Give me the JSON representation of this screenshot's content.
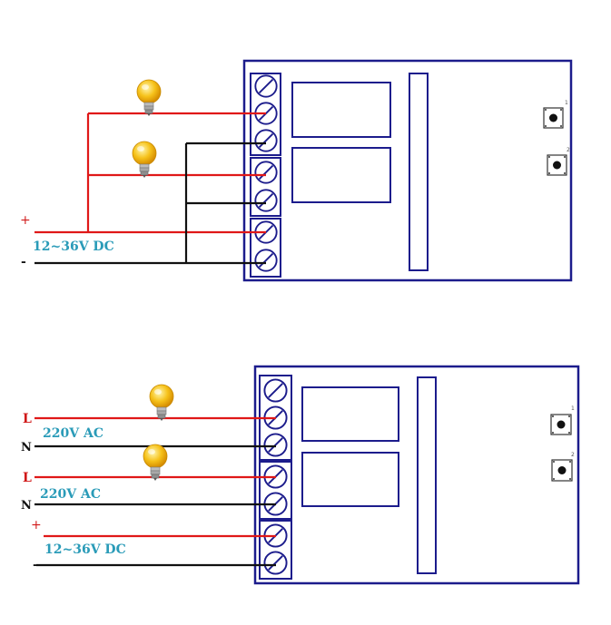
{
  "colors": {
    "board": "#1c1c8c",
    "red_wire": "#e01818",
    "black_wire": "#111111",
    "label_blue": "#2a9bb8",
    "bulb": "#f6c21a"
  },
  "top_diagram": {
    "supply": {
      "plus": "+",
      "minus": "-",
      "voltage": "12~36V DC"
    },
    "buttons": [
      "1",
      "2"
    ]
  },
  "bottom_diagram": {
    "channel_1": {
      "live": "L",
      "neutral": "N",
      "voltage": "220V AC"
    },
    "channel_2": {
      "live": "L",
      "neutral": "N",
      "voltage": "220V AC"
    },
    "supply": {
      "plus": "+",
      "minus": "-",
      "voltage": "12~36V DC"
    },
    "buttons": [
      "1",
      "2"
    ]
  }
}
